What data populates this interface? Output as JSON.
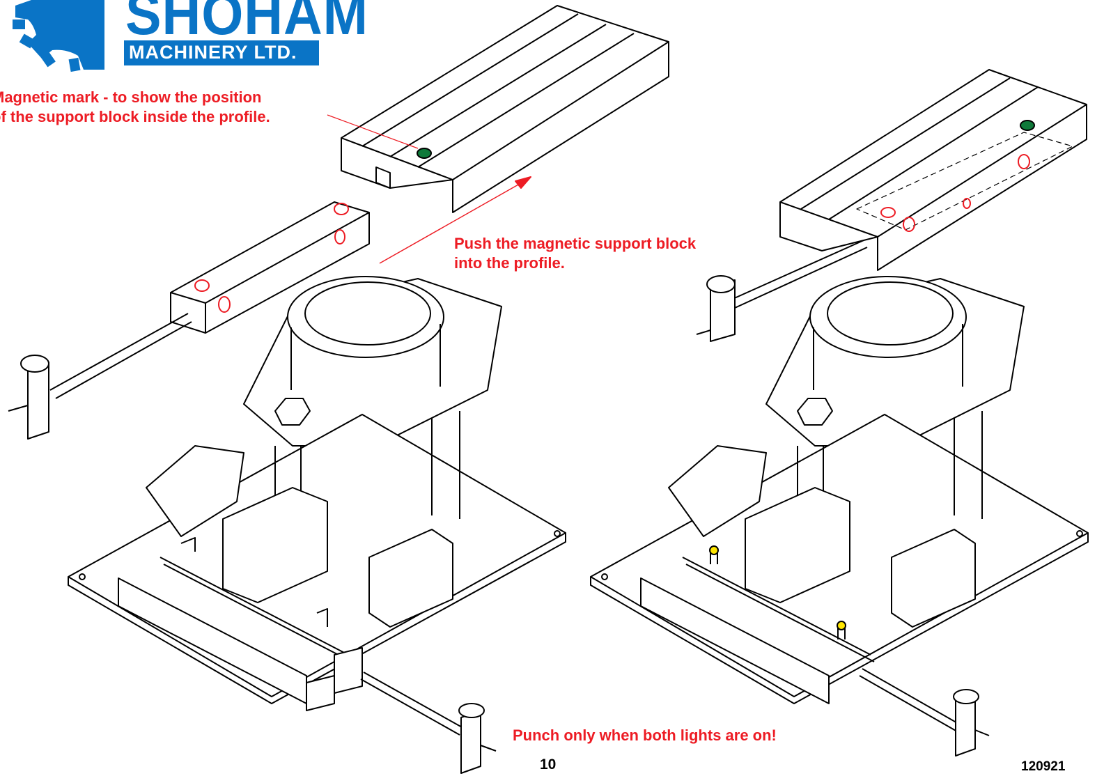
{
  "logo": {
    "brand": "SHOHAM",
    "subbrand": "MACHINERY LTD.",
    "brand_color": "#0a74c6"
  },
  "notes": {
    "magnetic_mark": "Magnetic mark - to show the position\nof the support block inside the profile.",
    "push": "Push the magnetic support block\ninto the profile.",
    "punch": "Punch only when both lights are on!"
  },
  "footer": {
    "page_number": "10",
    "doc_ref": "120921"
  },
  "colors": {
    "annotation": "#ed1c24",
    "magnet": "#0f7a3a",
    "light": "#ffe600",
    "line": "#000000"
  }
}
